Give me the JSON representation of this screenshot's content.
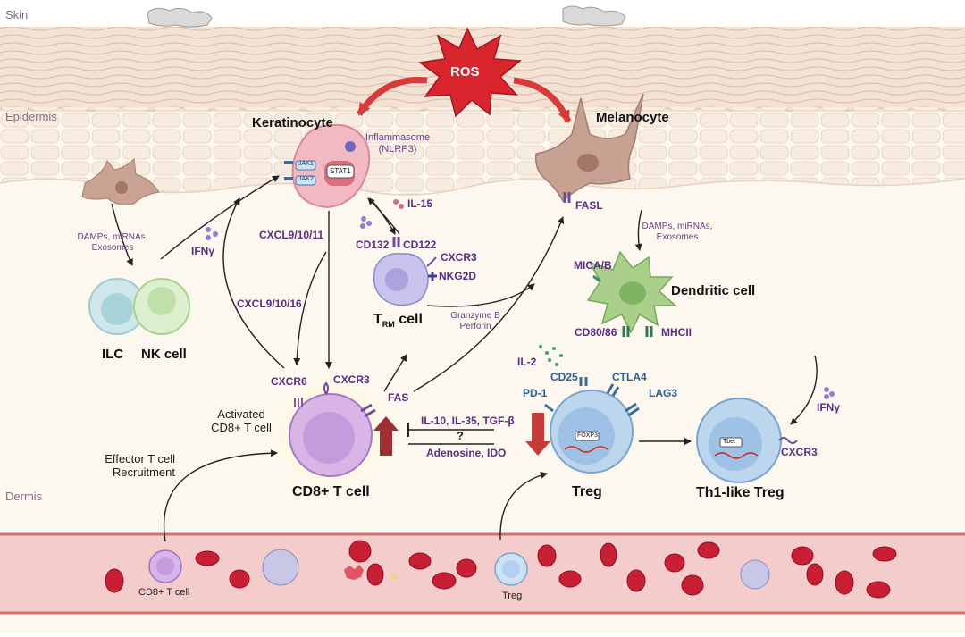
{
  "regions": {
    "skin": "Skin",
    "epidermis": "Epidermis",
    "dermis": "Dermis"
  },
  "ros": "ROS",
  "cells": {
    "keratinocyte": "Keratinocyte",
    "melanocyte": "Melanocyte",
    "dendritic": "Dendritic cell",
    "ilc": "ILC",
    "nk": "NK cell",
    "trm_T": "T",
    "trm_sub": "RM",
    "trm_cell": "cell",
    "cd8": "CD8+ T cell",
    "treg": "Treg",
    "th1treg": "Th1-like Treg",
    "activated_cd8": [
      "Activated",
      "CD8+ T cell"
    ],
    "effector": [
      "Effector T cell",
      "Recruitment"
    ],
    "vessel_cd8": "CD8+ T cell",
    "vessel_treg": "Treg"
  },
  "intracellular": {
    "jak1": "JAK1",
    "jak2": "JAK2",
    "stat1": "STAT1",
    "foxp3": "FOXP3",
    "tbet": "Tbet"
  },
  "labels": {
    "inflammasome": [
      "Inflammasome",
      "(NLRP3)"
    ],
    "il15": "IL-15",
    "damps_left": [
      "DAMPs, miRNAs,",
      "Exosomes"
    ],
    "damps_right": [
      "DAMPs, miRNAs,",
      "Exosomes"
    ],
    "ifng_left": "IFNγ",
    "ifng_right": "IFNγ",
    "cxcl_a": "CXCL9/10/11",
    "cxcl_b": "CXCL9/10/16",
    "cd132": "CD132",
    "cd122": "CD122",
    "cxcr3_trm": "CXCR3",
    "nkg2d": "NKG2D",
    "granzyme": [
      "Granzyme B",
      "Perforin"
    ],
    "fasl": "FASL",
    "mica": "MICA/B",
    "cd80": "CD80/86",
    "mhcii": "MHCII",
    "il2": "IL-2",
    "cxcr6": "CXCR6",
    "cxcr3_cd8": "CXCR3",
    "fas": "FAS",
    "suppress1": "IL-10, IL-35, TGF-β",
    "suppress_q": "?",
    "suppress2": "Adenosine, IDO",
    "cd25": "CD25",
    "ctla4": "CTLA4",
    "pd1": "PD-1",
    "lag3": "LAG3",
    "cxcr3_th1": "CXCR3"
  },
  "colors": {
    "skin_band": "#f4e4d6",
    "epidermis_cells": "#f6eadb",
    "dermis": "#fdf8ee",
    "vessel": "#f2c9c9",
    "ros": "#d9262e",
    "cd8_cell": "#d8b5e6",
    "treg_cell": "#bcd6ee",
    "dendritic": "#a9cf8b",
    "red_cells": "#c81f35"
  }
}
